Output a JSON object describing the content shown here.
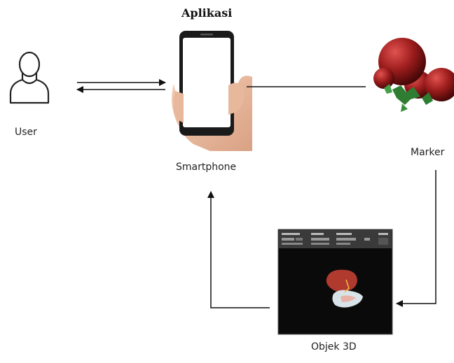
{
  "diagram": {
    "nodes": {
      "app": {
        "label": "Aplikasi"
      },
      "user": {
        "label": "User",
        "icon": "user-outline-icon"
      },
      "smartphone": {
        "label": "Smartphone",
        "icon": "smartphone-in-hand-icon"
      },
      "marker": {
        "label": "Marker",
        "icon": "red-fruit-marker-image"
      },
      "object3d": {
        "label": "Objek 3D",
        "icon": "3d-organ-viewer-screenshot"
      }
    },
    "edges": [
      {
        "from": "user",
        "to": "smartphone"
      },
      {
        "from": "smartphone",
        "to": "user"
      },
      {
        "from": "smartphone",
        "to": "marker"
      },
      {
        "from": "marker",
        "to": "object3d"
      },
      {
        "from": "object3d",
        "to": "smartphone"
      }
    ],
    "colors": {
      "line": "#111111",
      "fruit": "#8e1a1a",
      "leaf": "#2e7d32",
      "viewer_bg": "#0a0a0a",
      "organ": "#b03a2e"
    }
  }
}
